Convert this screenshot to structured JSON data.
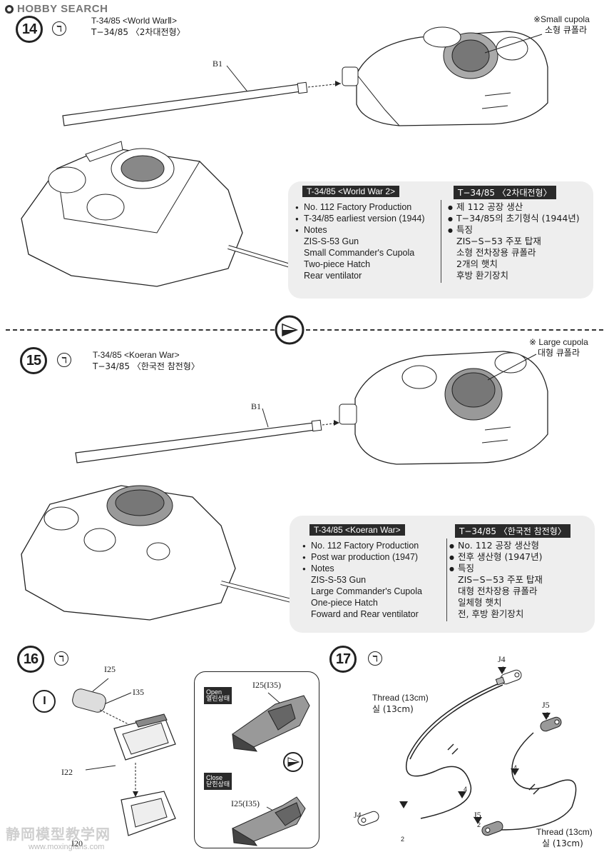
{
  "header": {
    "brand": "HOBBY SEARCH"
  },
  "step14": {
    "number": "14",
    "title_en": "T-34/85  <World WarⅡ>",
    "title_kr": "T−34/85 〈2차대전형〉",
    "part_barrel": "B1",
    "callout_en": "※Small cupola",
    "callout_kr": "소형 큐폴라",
    "box": {
      "header_en": "T-34/85 <World War 2>",
      "header_kr": "T−34/85 〈2차대전형〉",
      "en": [
        "No. 112 Factory Production",
        "T-34/85 earliest version (1944)",
        "Notes",
        "ZIS-S-53 Gun",
        "Small Commander's Cupola",
        "Two-piece Hatch",
        "Rear ventilator"
      ],
      "kr": [
        "제 112 공장 생산",
        "T−34/85의 초기형식 (1944년)",
        "특징",
        "ZIS−S−53 주포 탑재",
        "소형 전차장용 큐폴라",
        "2개의 햇치",
        "후방 환기장치"
      ]
    }
  },
  "step15": {
    "number": "15",
    "title_en": "T-34/85  <Koeran War>",
    "title_kr": "T−34/85 〈한국전 참전형〉",
    "part_barrel": "B1",
    "callout_en": "※ Large cupola",
    "callout_kr": "대형 큐폴라",
    "box": {
      "header_en": "T-34/85 <Koeran War>",
      "header_kr": "T−34/85 〈한국전 참전형〉",
      "en": [
        "No. 112 Factory Production",
        "Post war production (1947)",
        "Notes",
        "ZIS-S-53 Gun",
        "Large Commander's Cupola",
        "One-piece Hatch",
        "Foward and Rear ventilator"
      ],
      "kr": [
        "No. 112 공장 생산형",
        "전후 생산형 (1947년)",
        "특징",
        "ZIS−S−53 주포 탑재",
        "대형 전차장용 큐폴라",
        "일체형 햇치",
        "전, 후방 환기장치"
      ]
    }
  },
  "step16": {
    "number": "16",
    "roman": "I",
    "parts": [
      "I25",
      "I35",
      "I22",
      "I20"
    ],
    "open_en": "Open",
    "open_kr": "열린상태",
    "close_en": "Close",
    "close_kr": "닫힌상태",
    "part_pair": "I25(I35)"
  },
  "step17": {
    "number": "17",
    "thread_en": "Thread (13cm)",
    "thread_kr": "실 (13cm)",
    "parts": [
      "J4",
      "J5"
    ],
    "count": "2",
    "loop_count": "4"
  },
  "footer": {
    "watermark_cn": "静岡模型教学网",
    "watermark_url": "www.moxingfans.com"
  }
}
